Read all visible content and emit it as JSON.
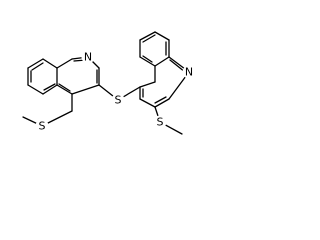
{
  "molecule": {
    "atoms": [
      {
        "id": "nL",
        "label": "N"
      },
      {
        "id": "sLmeth",
        "label": "S"
      },
      {
        "id": "sBridge",
        "label": "S"
      },
      {
        "id": "nR",
        "label": "N"
      },
      {
        "id": "sRmeth",
        "label": "S"
      }
    ]
  },
  "colors": {
    "bond": "#000000",
    "label": "#000000",
    "background": "#ffffff"
  }
}
